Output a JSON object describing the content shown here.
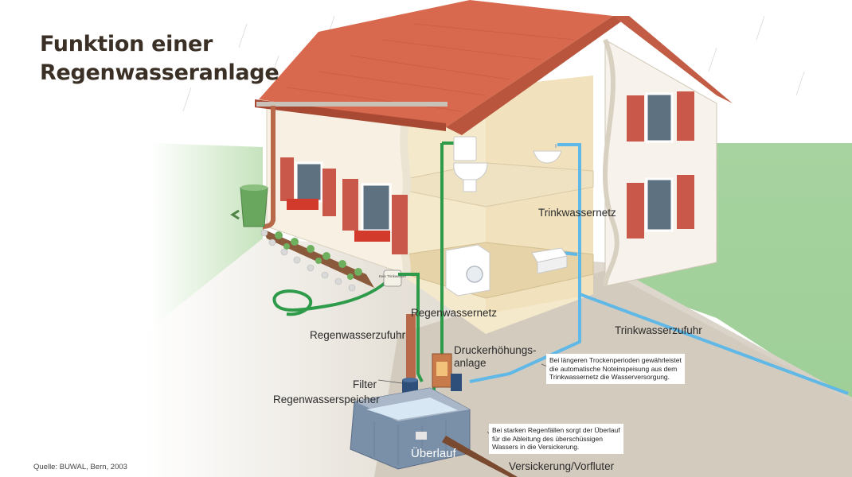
{
  "title": {
    "line1": "Funktion einer",
    "line2": "Regenwasseranlage"
  },
  "labels": {
    "trinkwassernetz": "Trinkwassernetz",
    "trinkwasserzufuhr": "Trinkwasserzufuhr",
    "regenwassernetz": "Regenwassernetz",
    "regenwasserzufuhr": "Regenwasserzufuhr",
    "druckerhoehung_line1": "Druckerhöhungs-",
    "druckerhoehung_line2": "anlage",
    "filter": "Filter",
    "regenwasserspeicher": "Regenwasserspeicher",
    "ueberlauf": "Überlauf",
    "versickerung": "Versickerung/Vorfluter",
    "tap_sign": "Kein Trinkwasser"
  },
  "notes": {
    "trockenperioden": [
      "Bei längeren Trockenperioden gewährleistet",
      "die automatische Noteinspeisung aus dem",
      "Trinkwassernetz die Wasserversorgung."
    ],
    "regenfaelle": [
      "Bei starken Regenfällen sorgt der Überlauf",
      "für die Ableitung des überschüssigen",
      "Wassers in die Versickerung."
    ]
  },
  "source": "Quelle: BUWAL, Bern, 2003",
  "colors": {
    "roof": "#d9694e",
    "wall": "#f7f0e2",
    "interior": "#f3e6c6",
    "shutter": "#c9574a",
    "grass": "#b7dcae",
    "ground": "#d9d2c8",
    "rain_pipe": "#2e9b4a",
    "drinking_pipe": "#5fb8e6",
    "downpipe": "#b8694a",
    "tank": "#7a8fa8"
  }
}
